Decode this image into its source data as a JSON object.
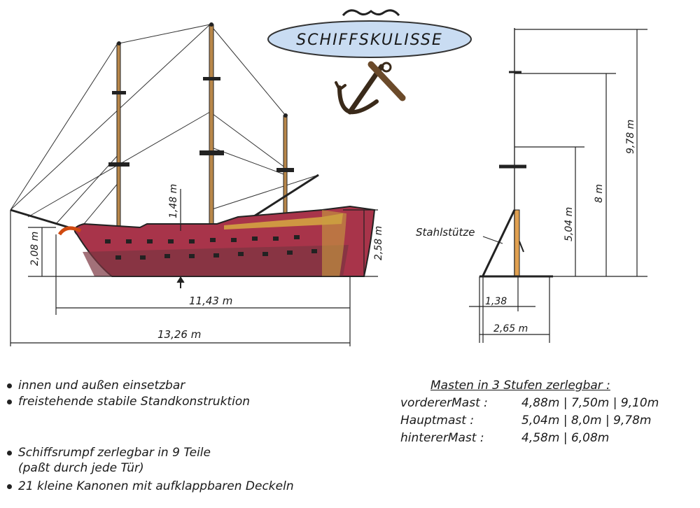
{
  "title": "SCHIFFSKULISSE",
  "side_view": {
    "dimensions": {
      "mast_step": "1,48 m",
      "bow_height": "2,08 m",
      "stern_height": "2,58 m",
      "hull_length": "11,43 m",
      "total_length": "13,26 m"
    }
  },
  "front_view": {
    "support_label": "Stahlstütze",
    "dimensions": {
      "height_1": "5,04 m",
      "height_2": "8 m",
      "height_3": "9,78 m",
      "base_inner": "1,38",
      "base_width": "2,65 m"
    }
  },
  "features": [
    "innen und außen einsetzbar",
    "freistehende stabile Standkonstruktion",
    "Schiffsrumpf zerlegbar in 9 Teile",
    "(paßt durch jede Tür)",
    "21 kleine Kanonen mit aufklappbaren Deckeln"
  ],
  "masts": {
    "heading": "Masten in 3 Stufen zerlegbar :",
    "rows": [
      {
        "name": "vordererMast :",
        "values": "4,88m | 7,50m | 9,10m"
      },
      {
        "name": "Hauptmast :",
        "values": "5,04m | 8,0m | 9,78m"
      },
      {
        "name": "hintererMast :",
        "values": "4,58m | 6,08m"
      }
    ]
  },
  "colors": {
    "hull": "#a8344a",
    "hull_dark": "#6b2a2a",
    "cartouche": "#c9dcf2",
    "mast": "#b8874a"
  }
}
